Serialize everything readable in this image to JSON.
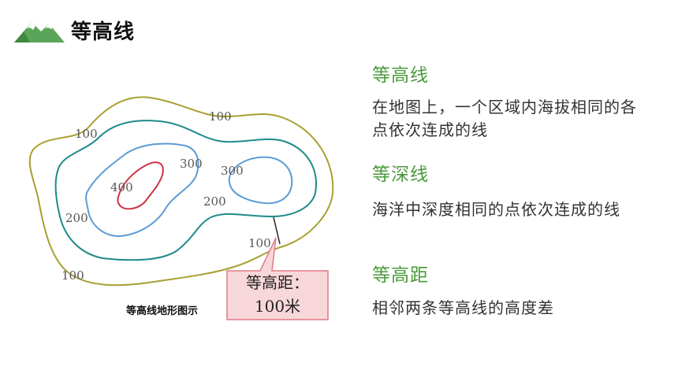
{
  "header": {
    "title": "等高线",
    "logo_icon": "mountain-icon"
  },
  "definitions": [
    {
      "term": "等高线",
      "description": "在地图上，一个区域内海拔相同的各点依次连成的线"
    },
    {
      "term": "等深线",
      "description": "海洋中深度相同的点依次连成的线"
    },
    {
      "term": "等高距",
      "description": "相邻两条等高线的高度差"
    }
  ],
  "diagram": {
    "caption": "等高线地形图示",
    "labels": [
      "100",
      "100",
      "100",
      "100",
      "200",
      "200",
      "300",
      "300",
      "400"
    ],
    "callout": {
      "line1": "等高距：",
      "line2": "100米"
    },
    "colors": {
      "c100": "#a8a030",
      "c200": "#1f8a8a",
      "c300": "#5b9bd5",
      "c400": "#cc3344",
      "callout_fill": "#f8d7da",
      "callout_border": "#e07a86"
    }
  }
}
